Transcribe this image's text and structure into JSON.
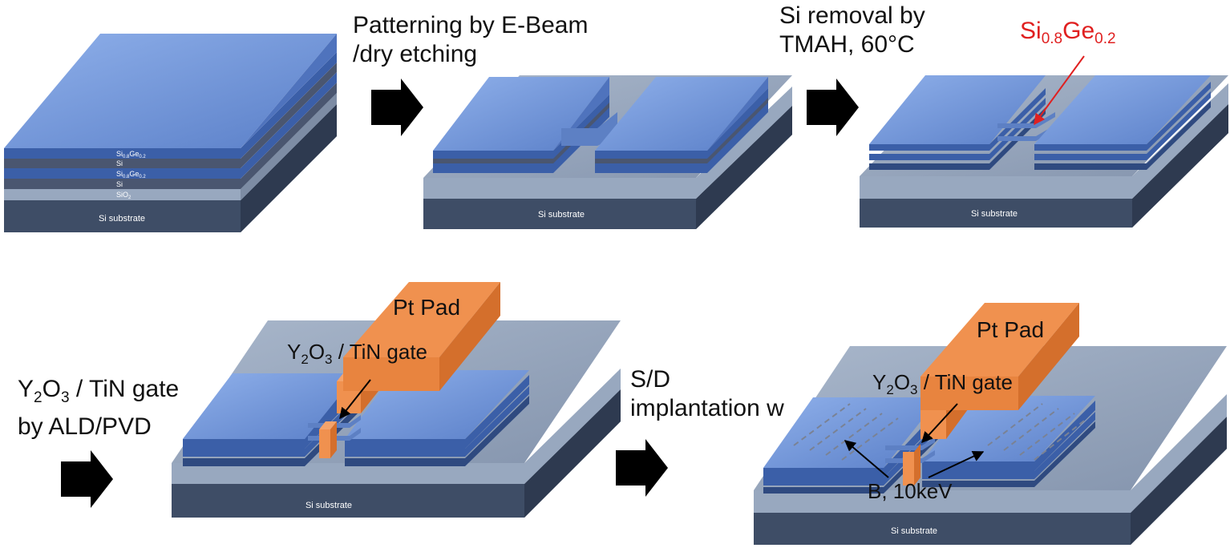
{
  "colors": {
    "blue_top": "#6f93d6",
    "blue_side": "#3b5fa8",
    "blue_dark": "#2f4a80",
    "si_dark": "#4a5670",
    "oxide": "#98a8bf",
    "substrate": "#3e4d66",
    "orange": "#f0914f",
    "orange_dark": "#d46f2c",
    "arrow": "#000000",
    "red": "#e02020"
  },
  "steps": {
    "patterning": [
      "Patterning by E-Beam",
      "/dry etching"
    ],
    "si_removal": [
      "Si removal by",
      "TMAH, 60°C"
    ],
    "gate": [
      "Y2O3 / TiN gate",
      "by ALD/PVD"
    ],
    "implant": [
      "S/D",
      "implantation w"
    ]
  },
  "panel1": {
    "layers": [
      {
        "label": "Si0.8Ge0.2"
      },
      {
        "label": "Si"
      },
      {
        "label": "Si0.8Ge0.2"
      },
      {
        "label": "Si"
      },
      {
        "label": "SiO2"
      }
    ],
    "substrate": "Si substrate"
  },
  "panel2": {
    "substrate": "Si substrate"
  },
  "panel3": {
    "substrate": "Si substrate",
    "sige_callout": "Si0.8Ge0.2"
  },
  "panel4": {
    "substrate": "Si substrate",
    "pad": "Pt Pad",
    "gate": "Y2O3 / TiN gate"
  },
  "panel5": {
    "substrate": "Si substrate",
    "pad": "Pt Pad",
    "gate": "Y2O3 / TiN gate",
    "implant": "B, 10keV"
  }
}
